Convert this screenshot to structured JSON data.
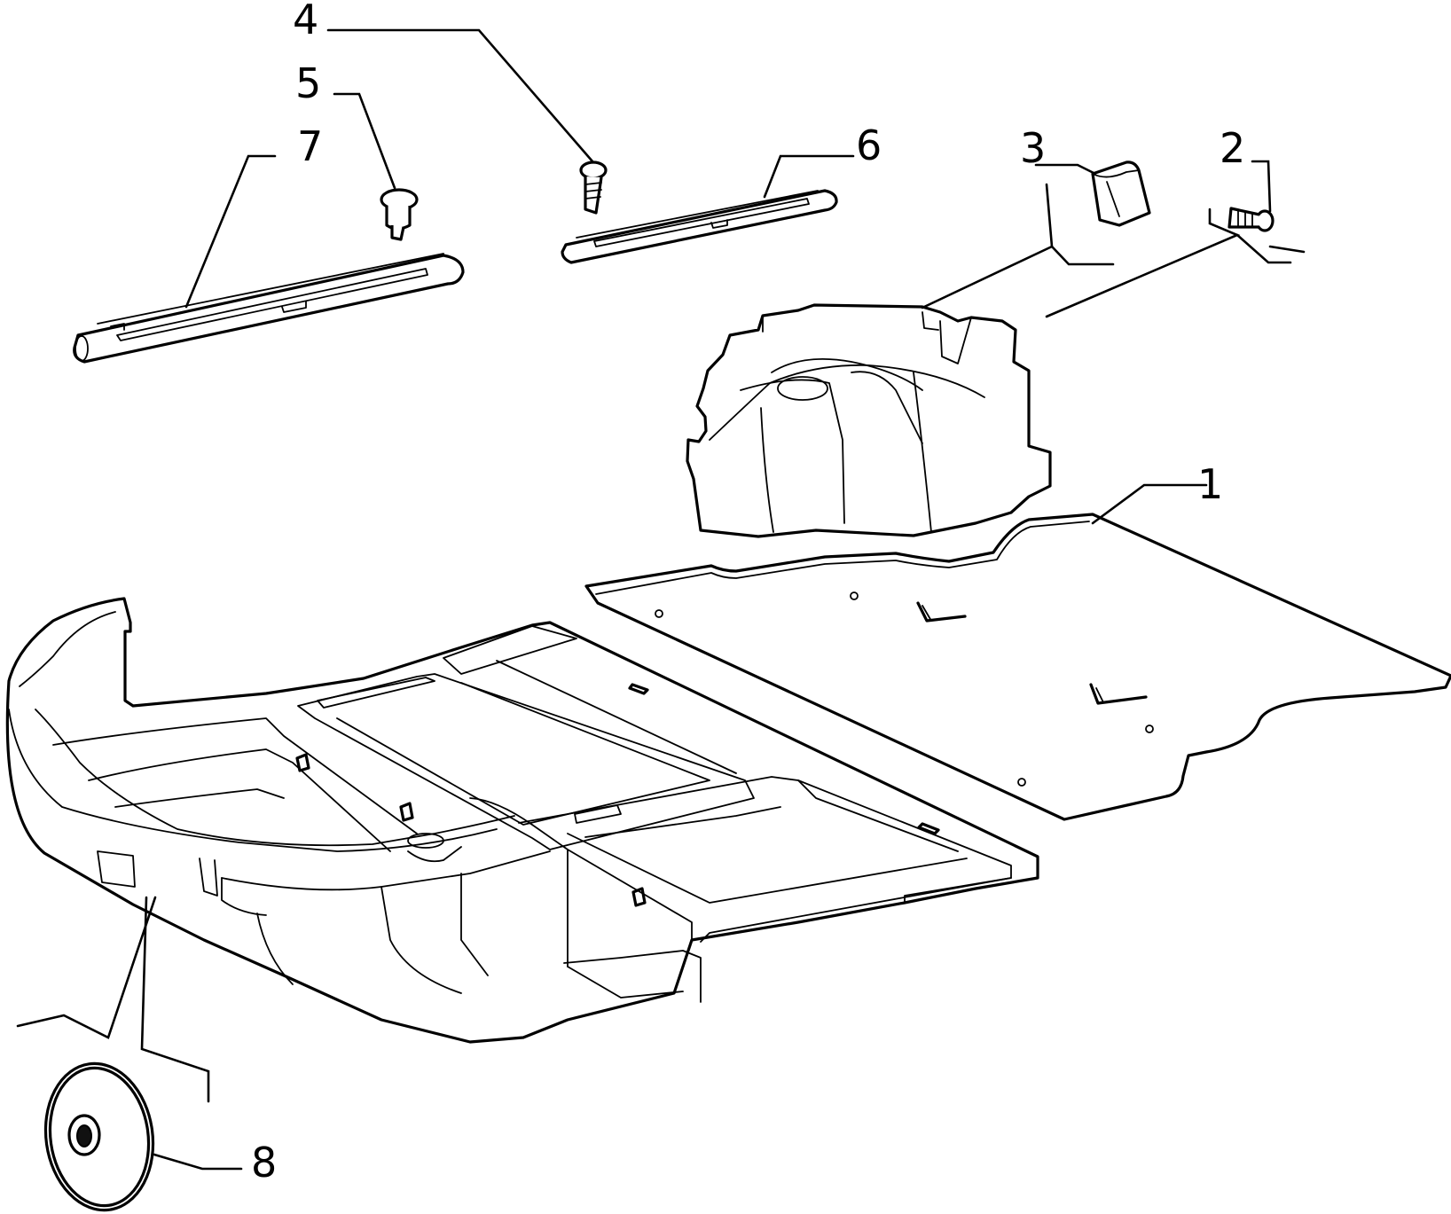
{
  "diagram": {
    "callouts": [
      "1",
      "2",
      "3",
      "4",
      "5",
      "6",
      "7",
      "8"
    ]
  },
  "colors": {
    "background": "#ffffff",
    "line": "#000000"
  }
}
